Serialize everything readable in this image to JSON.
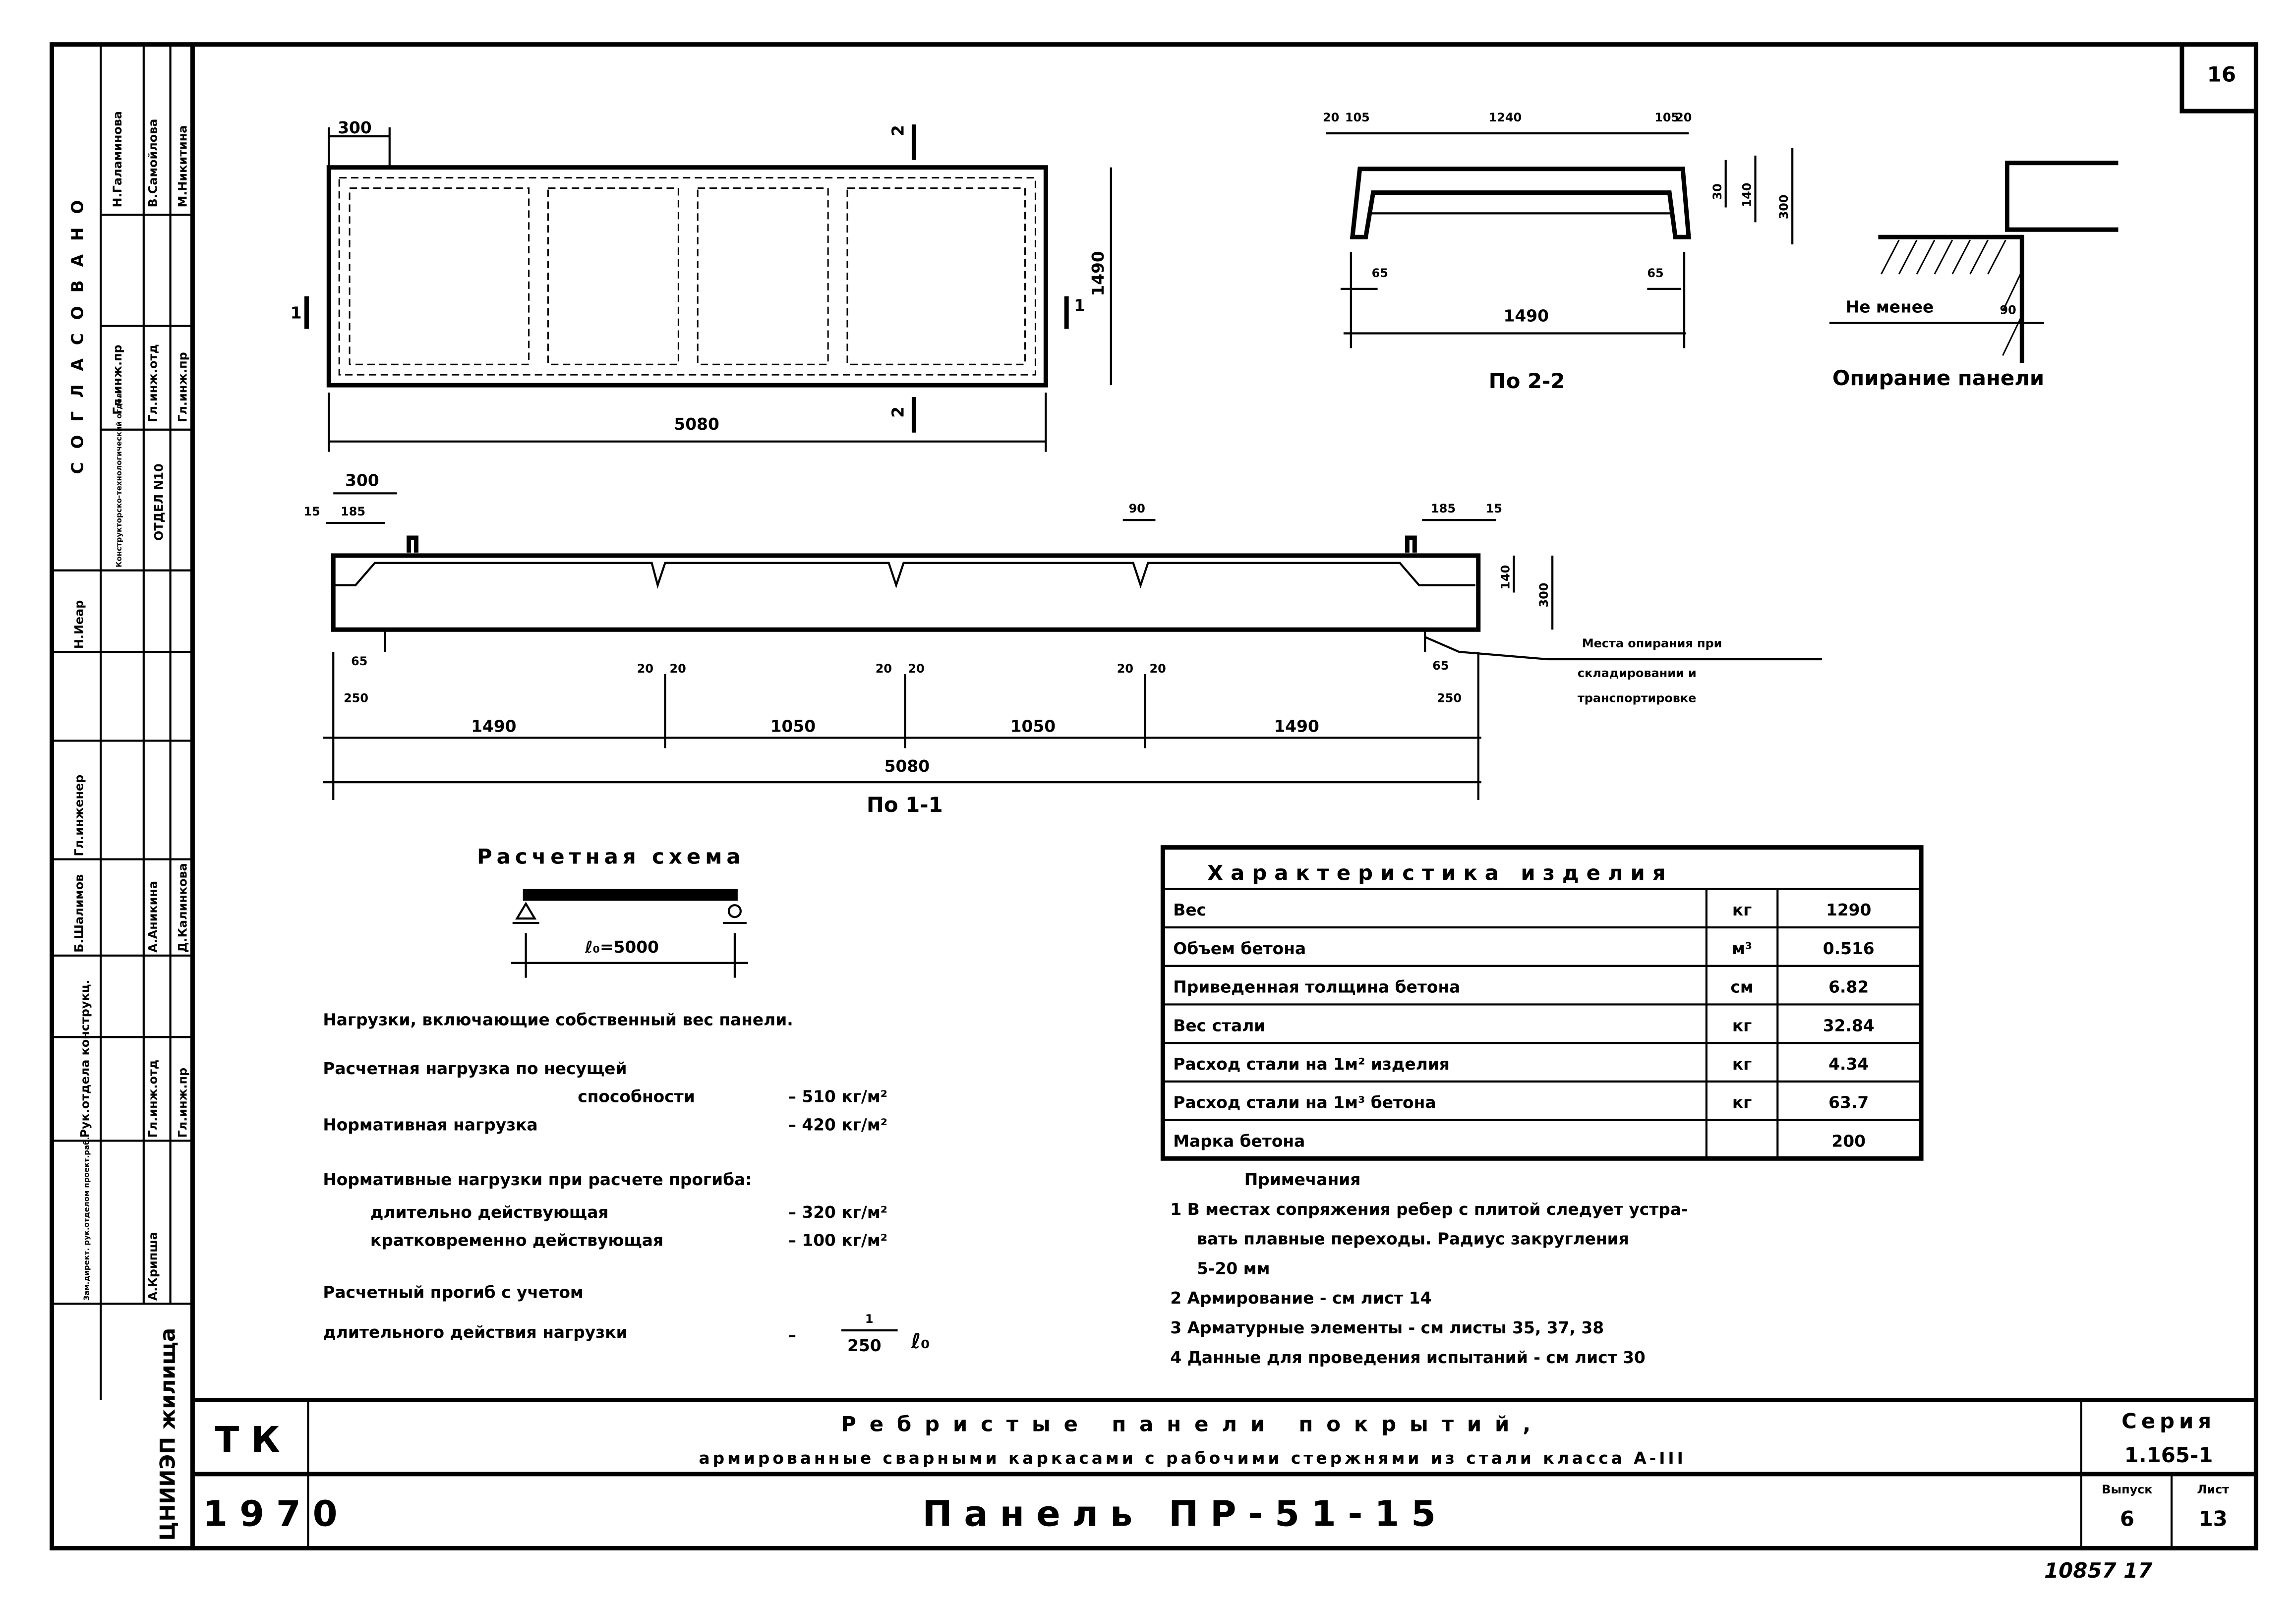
{
  "sheet_number": "16",
  "approval_strip": {
    "header": "СОГЛАСОВАНО",
    "rows": [
      {
        "role": "Гл.инж.пр",
        "name": "Н.Галаминова"
      },
      {
        "role": "Гл.инж.отд",
        "name": "В.Самойлова"
      },
      {
        "role": "Гл.инж.пр",
        "name": "М.Никитина"
      }
    ],
    "dept_1": "Конструкторско-технологический отдел",
    "dept_2": "ОТДЕЛ N10",
    "signers": [
      {
        "role": "Гл.инженер",
        "name": "Н.Иеар"
      },
      {
        "role": "Гл.инженер",
        "name": "Б.Шалимов"
      },
      {
        "role": "Рук.отдела конструкц.",
        "name": ""
      },
      {
        "role": "Гл.инж.отд",
        "name": "А.Аникина"
      },
      {
        "role": "Гл.инж.пр",
        "name": "Д.Калинкова"
      },
      {
        "role": "Зам.директ. рук.отделом проект.раб.",
        "name": "А.Крипша"
      }
    ],
    "organization": "ЦНИИЭП жилища"
  },
  "plan_view": {
    "dim_top": "300",
    "dim_length": "5080",
    "dim_width": "1490",
    "section_mark_1": "1",
    "section_mark_2": "2"
  },
  "section_2_2": {
    "title": "По 2-2",
    "dims_top": [
      "20",
      "105",
      "1240",
      "105",
      "20"
    ],
    "dims_right": [
      "30",
      "140",
      "300"
    ],
    "dims_bottom": [
      "65",
      "65",
      "1490"
    ]
  },
  "support_detail": {
    "title": "Опирание панели",
    "label": "Не менее",
    "dim": "90"
  },
  "section_1_1": {
    "title": "По 1-1",
    "dims_top": [
      "300",
      "15",
      "185",
      "90",
      "185",
      "15"
    ],
    "dims_right": [
      "140",
      "300"
    ],
    "dims_ribs": [
      "20",
      "20",
      "20",
      "20",
      "20",
      "20"
    ],
    "dims_ends": [
      "65",
      "250",
      "65",
      "250"
    ],
    "dims_bottom": [
      "1490",
      "1050",
      "1050",
      "1490"
    ],
    "dim_total": "5080",
    "support_note": [
      "Места опирания при",
      "складировании и",
      "транспортировке"
    ]
  },
  "calc_scheme": {
    "title": "Расчетная схема",
    "span": "ℓ₀=5000",
    "loads_heading": "Нагрузки, включающие собственный вес панели.",
    "line_1a": "Расчетная нагрузка по несущей",
    "line_1b": "способности",
    "value_1": "– 510 кг/м²",
    "line_2": "Нормативная нагрузка",
    "value_2": "– 420 кг/м²",
    "line_3": "Нормативные нагрузки при расчете прогиба:",
    "line_4": "длительно действующая",
    "value_4": "– 320 кг/м²",
    "line_5": "кратковременно действующая",
    "value_5": "– 100 кг/м²",
    "line_6": "Расчетный прогиб с учетом",
    "line_7": "длительного действия нагрузки",
    "value_7_prefix": "–",
    "value_7_num": "1",
    "value_7_den": "250",
    "value_7_suffix": "ℓ₀"
  },
  "spec_table": {
    "title": "Характеристика изделия",
    "rows": [
      {
        "name": "Вес",
        "unit": "кг",
        "value": "1290"
      },
      {
        "name": "Объем бетона",
        "unit": "м³",
        "value": "0.516"
      },
      {
        "name": "Приведенная толщина бетона",
        "unit": "см",
        "value": "6.82"
      },
      {
        "name": "Вес стали",
        "unit": "кг",
        "value": "32.84"
      },
      {
        "name": "Расход стали на 1м² изделия",
        "unit": "кг",
        "value": "4.34"
      },
      {
        "name": "Расход стали на 1м³ бетона",
        "unit": "кг",
        "value": "63.7"
      },
      {
        "name": "Марка бетона",
        "unit": "",
        "value": "200"
      }
    ]
  },
  "notes": {
    "title": "Примечания",
    "items": [
      "1  В местах сопряжения ребер с плитой следует устра-",
      "вать  плавные переходы. Радиус закругления",
      "5-20 мм",
      "2  Армирование - см лист 14",
      "3  Арматурные элементы - см листы  35, 37, 38",
      "4  Данные для проведения испытаний - см лист 30"
    ]
  },
  "title_block": {
    "logo": "ЦНИИЭП жилища",
    "code": "ТК",
    "year": "1970",
    "title_line_1": "Ребристые панели покрытий,",
    "title_line_2": "армированные сварными каркасами с рабочими стержнями из стали класса А-III",
    "panel_name": "Панель ПР-51-15",
    "series_label": "Серия",
    "series_value": "1.165-1",
    "issue_label": "Выпуск",
    "issue_value": "6",
    "sheet_label": "Лист",
    "sheet_value": "13"
  },
  "archive_number": "10857  17"
}
